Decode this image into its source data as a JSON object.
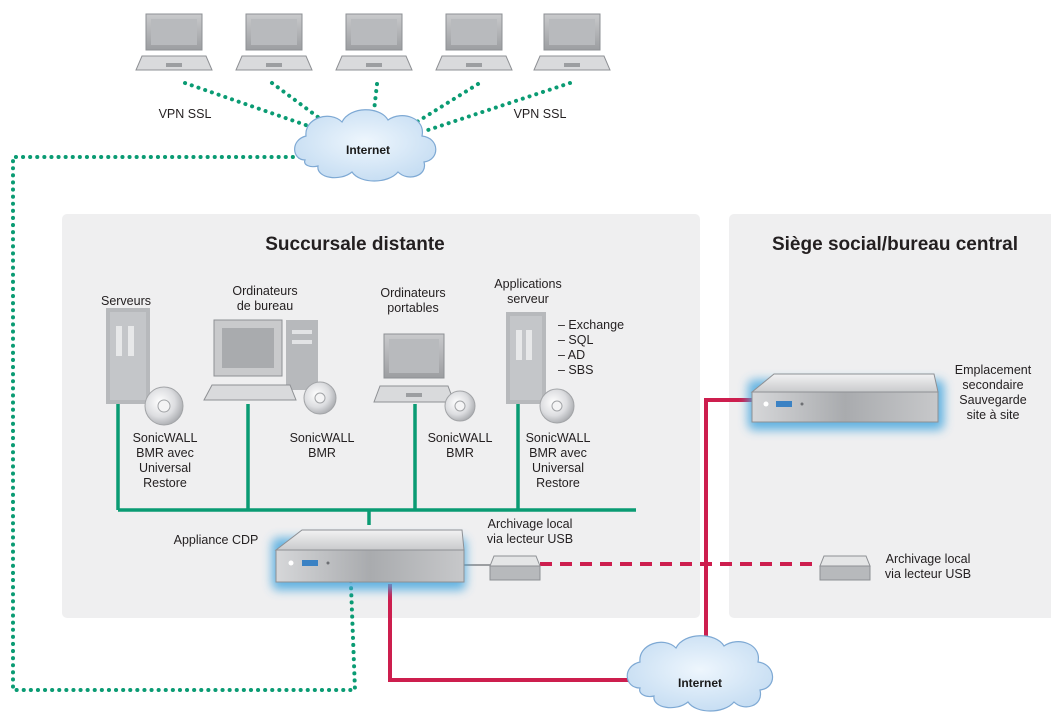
{
  "colors": {
    "panel_bg": "#efeff0",
    "green_link": "#0a9b73",
    "red_link": "#cd1e4e",
    "glow": "#4aa8df",
    "cloud": "#d2e6f7"
  },
  "top": {
    "vpn_left": "VPN SSL",
    "vpn_right": "VPN SSL",
    "internet": "Internet"
  },
  "remote_branch": {
    "title": "Succursale distante",
    "servers_label": "Serveurs",
    "desktops_label": "Ordinateurs\nde bureau",
    "laptops_label": "Ordinateurs\nportables",
    "app_servers_label": "Applications\nserveur",
    "app_list": "– Exchange\n– SQL\n– AD\n– SBS",
    "servers_sw": "SonicWALL\nBMR avec\nUniversal\nRestore",
    "desktops_sw": "SonicWALL\nBMR",
    "laptops_sw": "SonicWALL\nBMR",
    "app_servers_sw": "SonicWALL\nBMR avec\nUniversal\nRestore",
    "cdp_label": "Appliance CDP",
    "usb_label": "Archivage local\nvia lecteur USB"
  },
  "headquarters": {
    "title": "Siège social/bureau central",
    "secondary_label": "Emplacement\nsecondaire\nSauvegarde\nsite à site",
    "usb_label": "Archivage local\nvia lecteur USB"
  },
  "bottom": {
    "internet": "Internet"
  }
}
